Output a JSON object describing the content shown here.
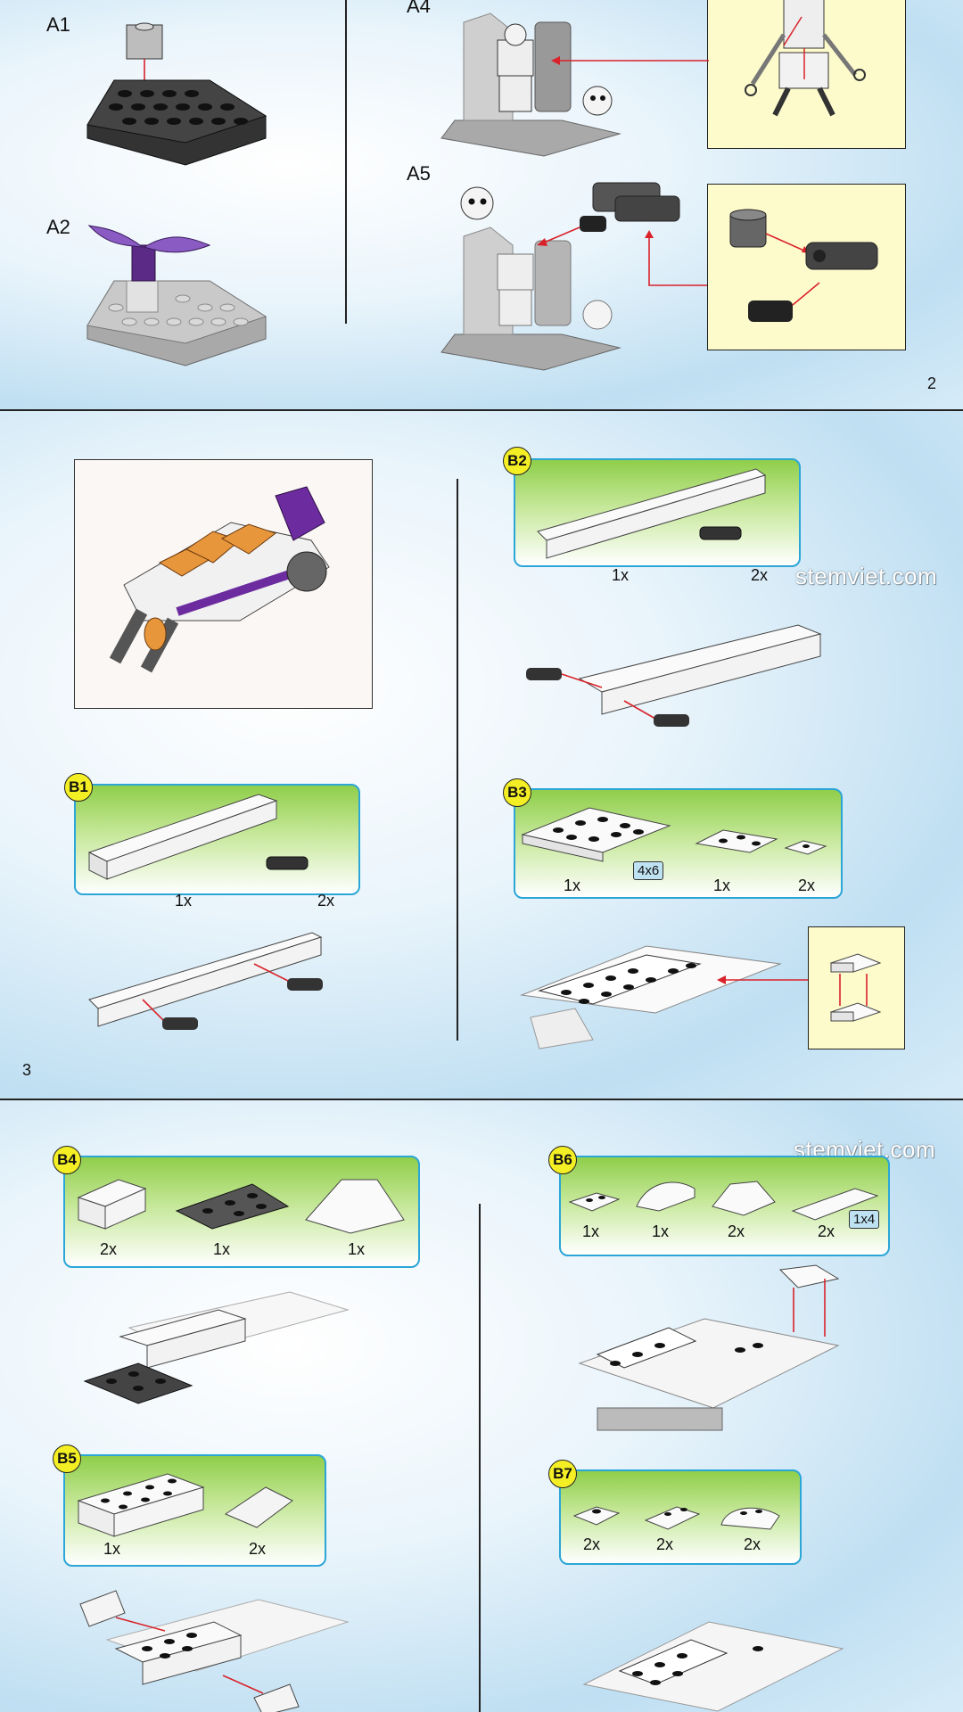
{
  "page_top": {
    "steps": {
      "a1": "A1",
      "a2": "A2",
      "a4": "A4",
      "a5": "A5"
    },
    "page_number": "2"
  },
  "page_middle": {
    "steps": {
      "b1": "B1",
      "b2": "B2",
      "b3": "B3"
    },
    "b1_qty": [
      "1x",
      "2x"
    ],
    "b2_qty": [
      "1x",
      "2x"
    ],
    "b3_qty": [
      "1x",
      "1x",
      "2x"
    ],
    "b3_size_tag": "4x6",
    "watermark": "stemviet.com",
    "page_number": "3"
  },
  "page_bottom": {
    "steps": {
      "b4": "B4",
      "b5": "B5",
      "b6": "B6",
      "b7": "B7"
    },
    "b4_qty": [
      "2x",
      "1x",
      "1x"
    ],
    "b5_qty": [
      "1x",
      "2x"
    ],
    "b6_qty": [
      "1x",
      "1x",
      "2x",
      "2x"
    ],
    "b6_size_tag": "1x4",
    "b7_qty": [
      "2x",
      "2x",
      "2x"
    ],
    "watermark": "stemviet.com"
  },
  "colors": {
    "badge": "#f4ee25",
    "parts_border": "#2ba6d6",
    "parts_green": "#8fce4a",
    "callout": "#fdfbcc",
    "arrow": "#d9222a",
    "purple": "#6c2b9e",
    "orange": "#e8963b"
  },
  "icons": [
    "skeleton-minifig-icon",
    "brick-icon",
    "plate-icon",
    "technic-beam-icon",
    "connector-pin-icon",
    "vehicle-model-icon"
  ]
}
